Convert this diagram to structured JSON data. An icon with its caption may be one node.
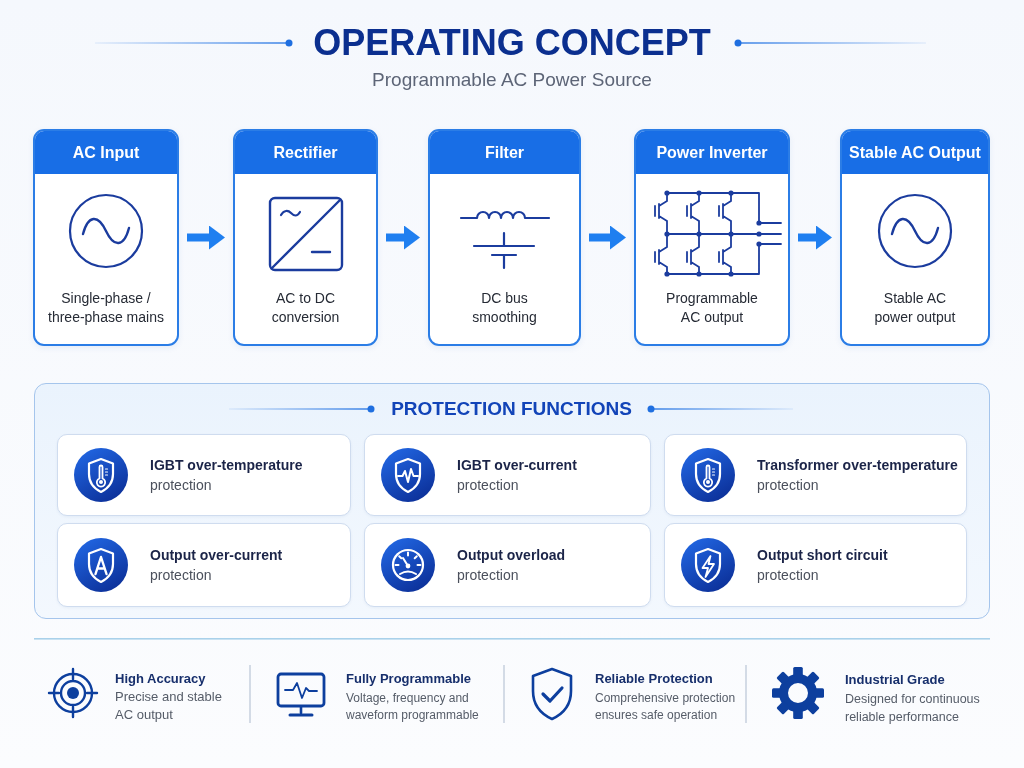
{
  "diagram": {
    "title": "OPERATING CONCEPT",
    "nodes": [
      {
        "text": [
          "AC Input",
          "Single-phase / three-phase mains"
        ]
      },
      {
        "text": [
          "Rectifier",
          "AC to DC conversion"
        ]
      },
      {
        "text": [
          "Filter",
          "DC bus smoothing"
        ]
      },
      {
        "text": [
          "Power Inverter",
          "Programmable AC output"
        ]
      },
      {
        "text": [
          "Stable AC Output",
          "Stable AC power output"
        ]
      },
      {
        "text": [
          "PROTECTION FUNCTIONS"
        ]
      },
      {
        "text": [
          "IGBT over-temperature",
          "protection"
        ],
        "in": 5
      },
      {
        "text": [
          "IGBT over-current",
          "protection"
        ],
        "in": 5
      },
      {
        "text": [
          "Transformer over-temperature",
          "protection"
        ],
        "in": 5
      },
      {
        "text": [
          "Output over-current",
          "protection"
        ],
        "in": 5
      },
      {
        "text": [
          "Output overload",
          "protection"
        ],
        "in": 5
      },
      {
        "text": [
          "Output short circuit",
          "protection"
        ],
        "in": 5
      }
    ],
    "edges": [
      {
        "from": 0,
        "to": 1,
        "arrow": "to"
      },
      {
        "from": 1,
        "to": 2,
        "arrow": "to"
      },
      {
        "from": 2,
        "to": 3,
        "arrow": "to"
      },
      {
        "from": 3,
        "to": 4,
        "arrow": "to"
      }
    ],
    "labels": [
      "Programmable AC Power Source",
      "High Accuracy",
      "Precise and stable AC output",
      "Fully Programmable",
      "Voltage, frequency and waveform programmable",
      "Reliable Protection",
      "Comprehensive protection ensures safe operation",
      "Industrial Grade",
      "Designed for continuous reliable performance"
    ]
  }
}
